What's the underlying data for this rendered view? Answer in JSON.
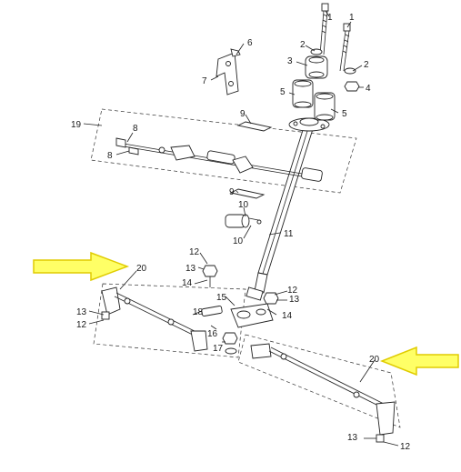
{
  "labels": {
    "one_a": "1",
    "one_b": "1",
    "two_a": "2",
    "two_b": "2",
    "three": "3",
    "four": "4",
    "five_a": "5",
    "five_b": "5",
    "six": "6",
    "seven": "7",
    "eight_a": "8",
    "eight_b": "8",
    "nine_a": "9",
    "nine_b": "9",
    "ten_a": "10",
    "ten_b": "10",
    "eleven": "11",
    "twelve_a": "12",
    "twelve_b": "12",
    "twelve_c": "12",
    "twelve_d": "12",
    "thirteen_a": "13",
    "thirteen_b": "13",
    "thirteen_c": "13",
    "thirteen_d": "13",
    "fourteen_a": "14",
    "fourteen_b": "14",
    "fifteen": "15",
    "sixteen": "16",
    "seventeen": "17",
    "eighteen": "18",
    "nineteen": "19",
    "twenty_a": "20",
    "twenty_b": "20"
  },
  "colors": {
    "arrow_fill": "#ffff66",
    "arrow_stroke": "#e0cc00",
    "line": "#222222"
  },
  "icons": {
    "highlight_arrow": "yellow-outline-arrow"
  }
}
